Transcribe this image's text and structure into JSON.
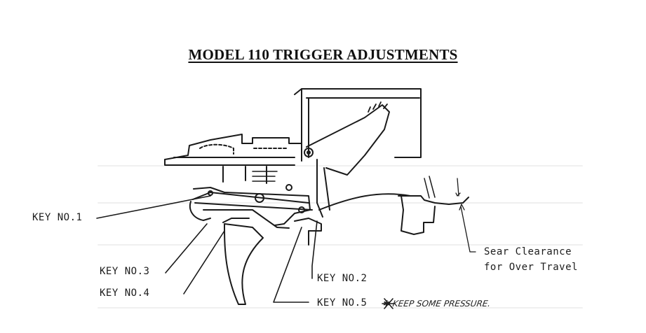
{
  "title": "MODEL 110 TRIGGER ADJUSTMENTS",
  "labels": {
    "key1": "KEY NO.1",
    "key2": "KEY NO.2",
    "key3": "KEY NO.3",
    "key4": "KEY NO.4",
    "key5": "KEY NO.5",
    "sear_line1": "Sear Clearance",
    "sear_line2": "for Over Travel"
  },
  "handwritten_note": "✱ KEEP SOME PRESSURE."
}
